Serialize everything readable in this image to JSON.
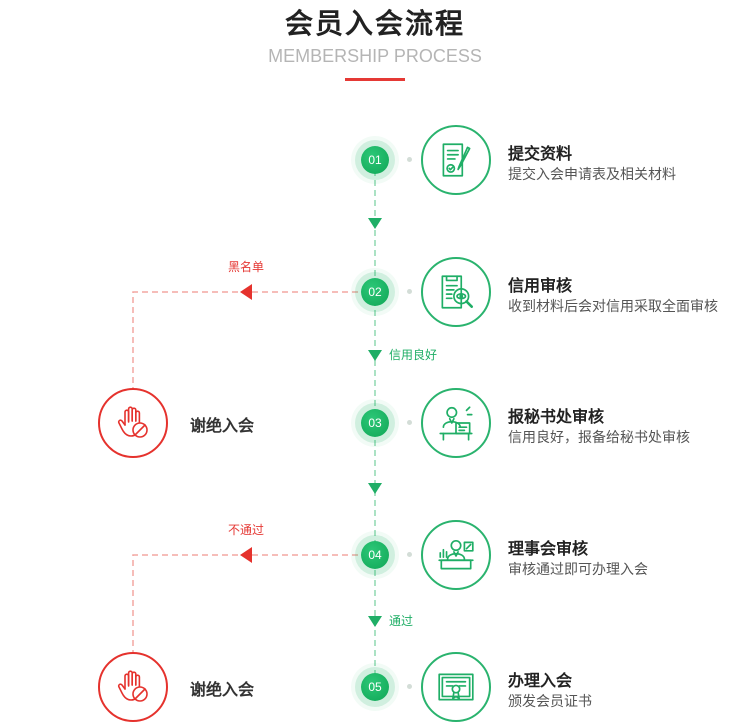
{
  "header": {
    "title": "会员入会流程",
    "subtitle": "MEMBERSHIP PROCESS"
  },
  "steps": [
    {
      "number": "01",
      "title": "提交资料",
      "desc": "提交入会申请表及相关材料",
      "icon": "document-pen-icon"
    },
    {
      "number": "02",
      "title": "信用审核",
      "desc": "收到材料后会对信用采取全面审核",
      "icon": "document-magnifier-icon"
    },
    {
      "number": "03",
      "title": "报秘书处审核",
      "desc": "信用良好，报备给秘书处审核",
      "icon": "secretary-desk-icon"
    },
    {
      "number": "04",
      "title": "理事会审核",
      "desc": "审核通过即可办理入会",
      "icon": "council-desk-icon"
    },
    {
      "number": "05",
      "title": "办理入会",
      "desc": "颁发会员证书",
      "icon": "certificate-icon"
    }
  ],
  "connectors": [
    {
      "label": ""
    },
    {
      "label": "信用良好"
    },
    {
      "label": ""
    },
    {
      "label": "通过"
    }
  ],
  "branches": [
    {
      "label": "黑名单",
      "result": "谢绝入会",
      "icon": "stop-hand-icon"
    },
    {
      "label": "不通过",
      "result": "谢绝入会",
      "icon": "stop-hand-icon"
    }
  ],
  "colors": {
    "green": "#1fae66",
    "red": "#e5322d",
    "accent_bar": "#e53935"
  }
}
